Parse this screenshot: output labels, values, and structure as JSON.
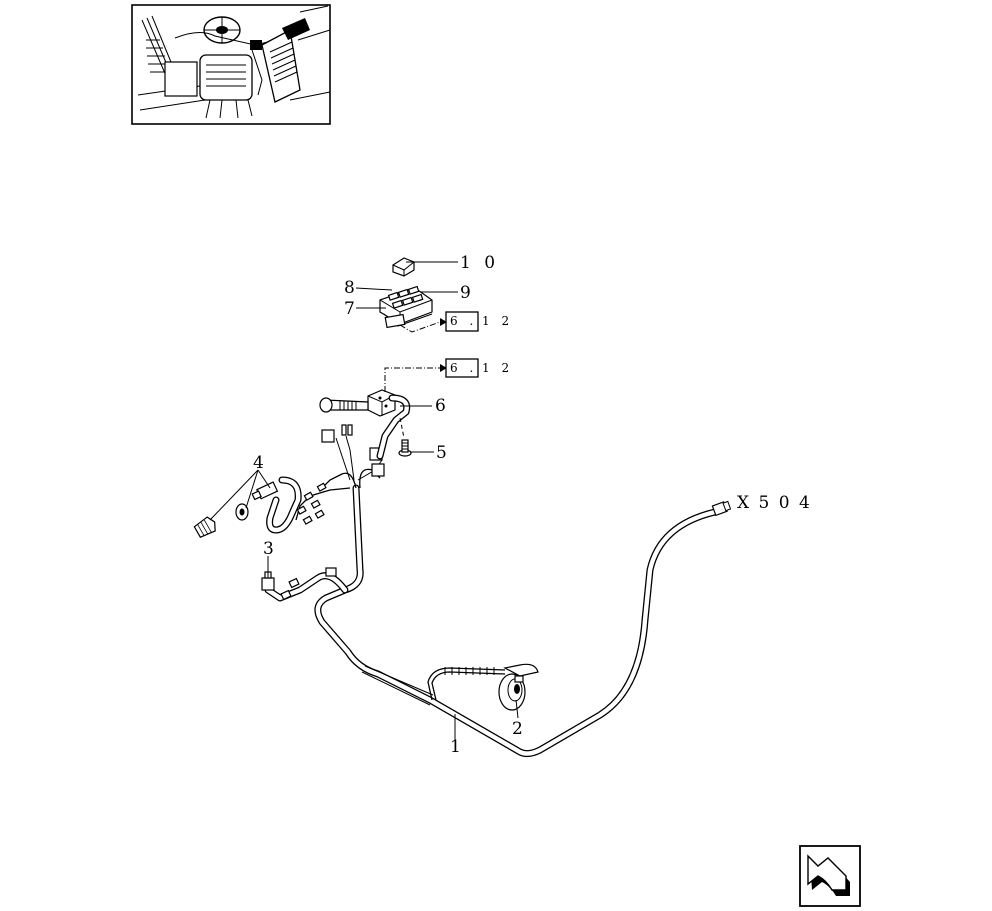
{
  "labels": {
    "l1": "1",
    "l2": "2",
    "l3": "3",
    "l4": "4",
    "l5": "5",
    "l6": "6",
    "l7": "7",
    "l8": "8",
    "l9": "9",
    "l10": "1 0"
  },
  "refs": {
    "upper_box": "6 .",
    "upper_suffix": "1 2",
    "lower_box": "6 .",
    "lower_suffix": "1 2",
    "connector_tag": "X   5 0 4"
  },
  "thumbnail": {
    "icon": "cab-interior-thumbnail-icon"
  },
  "nav": {
    "icon": "next-page-arrow-icon"
  }
}
